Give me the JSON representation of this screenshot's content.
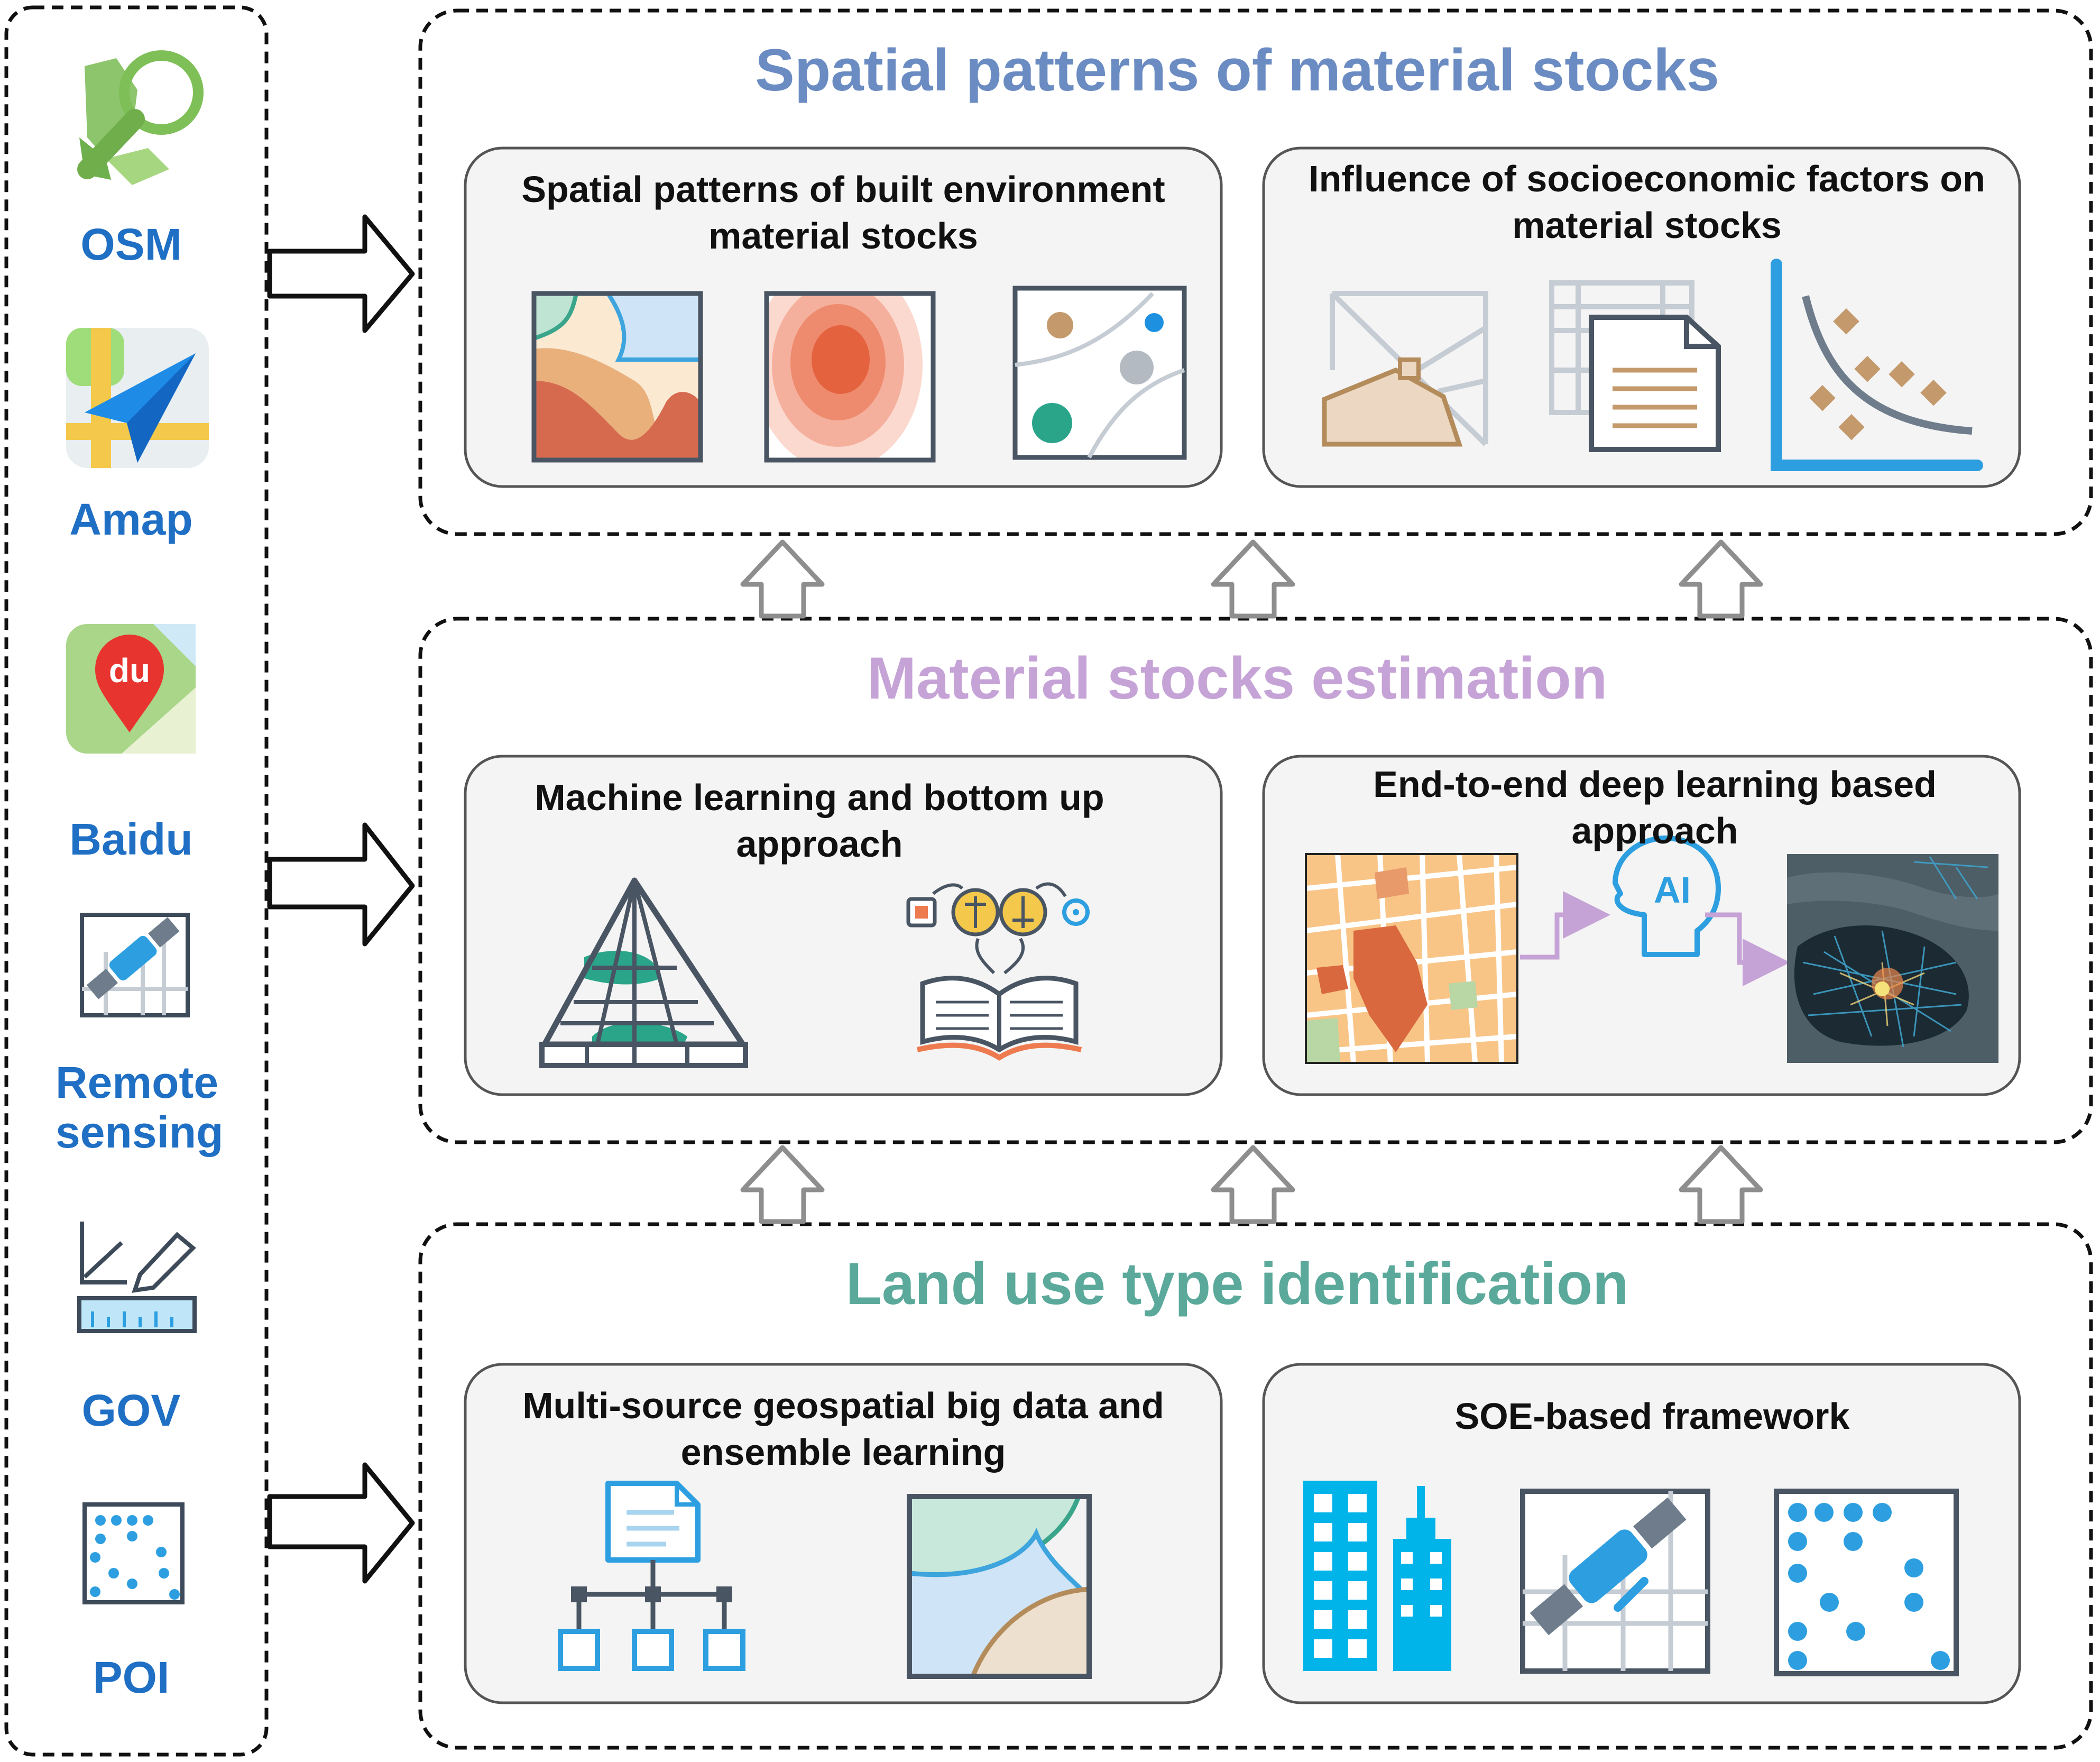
{
  "sources": {
    "items": [
      {
        "label": "OSM",
        "icon": "osm-map-search-icon"
      },
      {
        "label": "Amap",
        "icon": "amap-navigation-icon"
      },
      {
        "label": "Baidu",
        "icon": "baidu-map-pin-icon"
      },
      {
        "label": "Remote sensing",
        "icon": "satellite-icon"
      },
      {
        "label": "GOV",
        "icon": "chart-ruler-pencil-icon"
      },
      {
        "label": "POI",
        "icon": "poi-dots-icon"
      }
    ]
  },
  "sections": {
    "spatial": {
      "title": "Spatial patterns of material stocks",
      "color": "#6b8cc2",
      "boxes": [
        {
          "title": "Spatial patterns of built environment material stocks"
        },
        {
          "title": "Influence of  socioeconomic factors on material stocks"
        }
      ]
    },
    "estimation": {
      "title": "Material stocks estimation",
      "color": "#c6a3d6",
      "boxes": [
        {
          "title": "Machine learning and bottom up approach"
        },
        {
          "title": "End-to-end deep learning based approach"
        }
      ]
    },
    "landuse": {
      "title": "Land use type identification",
      "color": "#5ba99b",
      "boxes": [
        {
          "title": "Multi-source geospatial big data and ensemble learning"
        },
        {
          "title": "SOE-based framework"
        }
      ]
    }
  },
  "ai_icon_text": "AI",
  "baidu_icon_text": "du"
}
